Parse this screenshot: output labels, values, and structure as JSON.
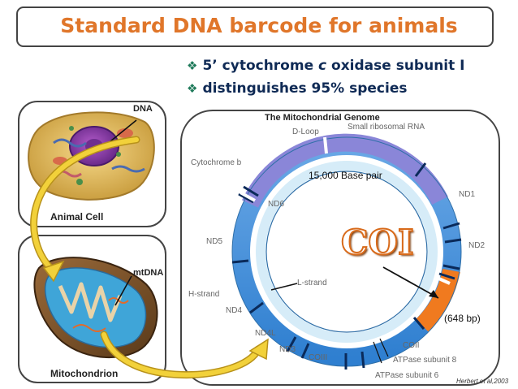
{
  "title": "Standard DNA barcode for animals",
  "bullets": [
    "5’ cytochrome",
    "c",
    "oxidase subunit I",
    "distinguishes 95% species"
  ],
  "genome": {
    "title": "The Mitochondrial Genome",
    "base_pairs": "15,000  Base pair",
    "gene_label": "COI",
    "gene_size": "(648 bp)",
    "labels": {
      "dloop": "D-Loop",
      "ribosomal": "Small ribosomal RNA",
      "cytb": "Cytochrome b",
      "nd1": "ND1",
      "nd6": "ND6",
      "nd5": "ND5",
      "nd2": "ND2",
      "lstrand": "L-strand",
      "hstrand": "H-strand",
      "nd4": "ND4",
      "nd4l": "ND4L",
      "nd3": "ND3",
      "coiii": "COIII",
      "coii": "COII",
      "atp8": "ATPase subunit 8",
      "atp6": "ATPase subunit 6"
    }
  },
  "cell": {
    "dna_label": "DNA",
    "caption": "Animal Cell"
  },
  "mito": {
    "dna_label": "mtDNA",
    "caption": "Mitochondrion"
  },
  "credit": "Herbert et al,2003",
  "colors": {
    "title": "#e0762a",
    "bullet": "#0f2a55",
    "ring_blue": "#3d8fd9",
    "ring_purple": "#8a86d8",
    "coi_orange": "#f07a1f",
    "arrow_yellow": "#f2d13a"
  }
}
